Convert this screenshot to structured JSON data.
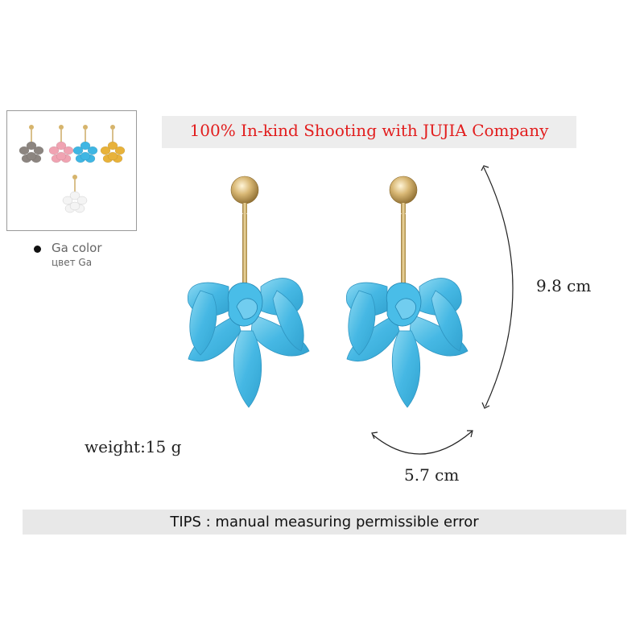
{
  "banner": {
    "text": "100% In-kind Shooting with JUJIA Company"
  },
  "legend": {
    "line1": "Ga color",
    "line2": "цвет Ga"
  },
  "measurements": {
    "height": "9.8  cm",
    "width": "5.7  cm"
  },
  "weight": {
    "text": "weight:15 g"
  },
  "tips": {
    "text": "TIPS : manual measuring permissible error"
  },
  "colors": {
    "banner_text": "#e21d1d",
    "petal_blue": "#3fb6e3",
    "gold": "#d6b46c",
    "variant_colors": [
      "#8c8580",
      "#f0a3b2",
      "#3fb6e3",
      "#e8b23a",
      "#f4f4f4"
    ]
  }
}
